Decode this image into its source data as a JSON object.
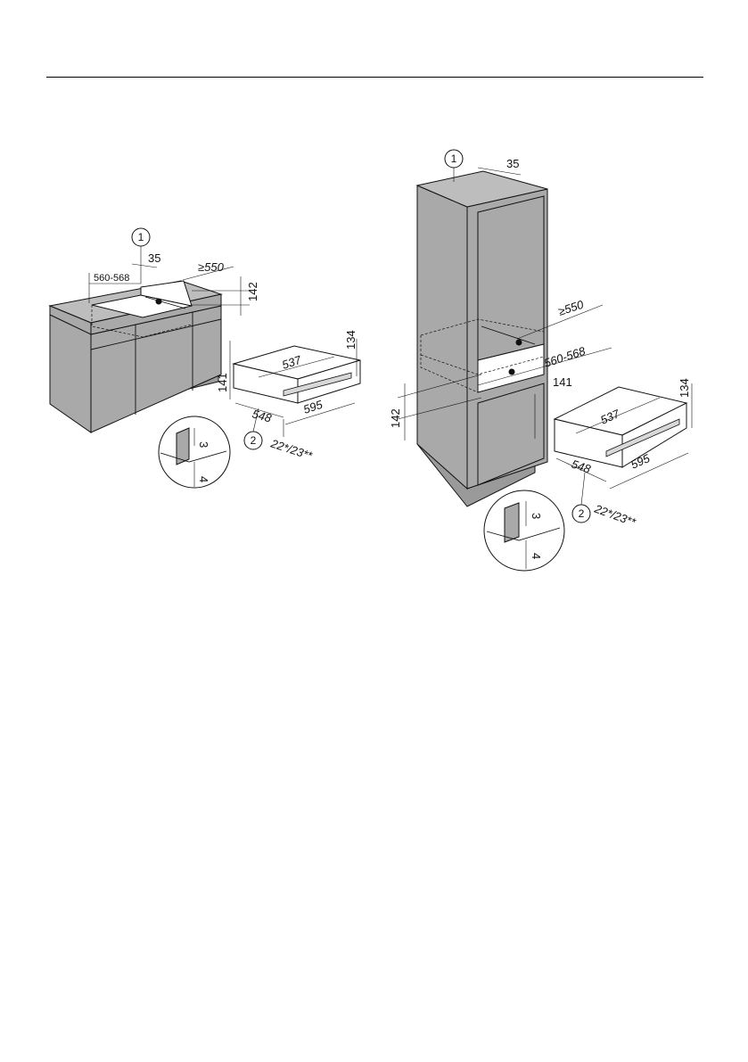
{
  "figure_left": {
    "callout_1": "1",
    "callout_2": "2",
    "dim_35": "35",
    "dim_550": "≥550",
    "dim_560_568": "560-568",
    "dim_142": "142",
    "dim_134": "134",
    "dim_537": "537",
    "dim_141": "141",
    "dim_548": "548",
    "dim_595": "595",
    "dim_22_23": "22*/23**",
    "detail_3": "3",
    "detail_4": "4"
  },
  "figure_right": {
    "callout_1": "1",
    "callout_2": "2",
    "dim_35": "35",
    "dim_550": "≥550",
    "dim_560_568": "560-568",
    "dim_142": "142",
    "dim_141": "141",
    "dim_134": "134",
    "dim_537": "537",
    "dim_548": "548",
    "dim_595": "595",
    "dim_22_23": "22*/23**",
    "detail_3": "3",
    "detail_4": "4"
  },
  "colors": {
    "cabinet": "#a9a9a9",
    "cabinet_top": "#bdbdbd",
    "line": "#111111"
  }
}
